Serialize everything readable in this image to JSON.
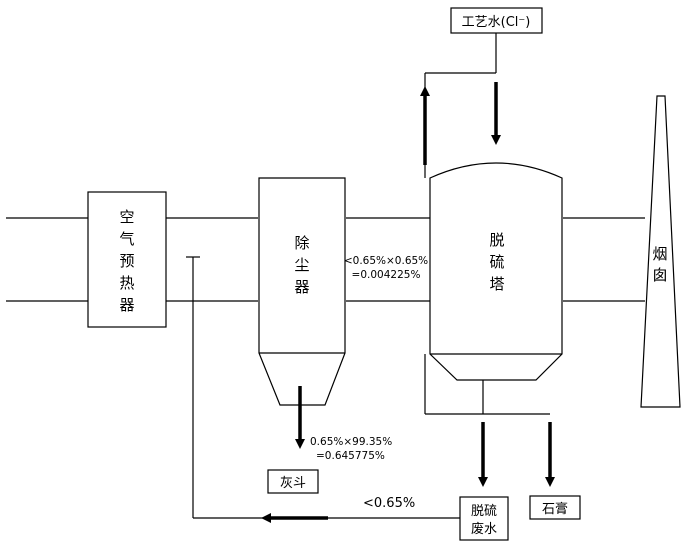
{
  "units": {
    "air_preheater": [
      "空",
      "气",
      "预",
      "热",
      "器"
    ],
    "dust_collector": [
      "除",
      "尘",
      "器"
    ],
    "desulfurization_tower": [
      "脱",
      "硫",
      "塔"
    ],
    "chimney": [
      "烟",
      "囱"
    ]
  },
  "boxes": {
    "process_water": "工艺水(Cl⁻)",
    "ash_hopper": "灰斗",
    "gypsum": "石膏",
    "wastewater": [
      "脱硫",
      "废水"
    ]
  },
  "annotations": {
    "between_line1": "<0.65%×0.65%",
    "between_line2": "=0.004225%",
    "hopper_line1": "0.65%×99.35%",
    "hopper_line2": "=0.645775%",
    "recycle": "<0.65%"
  }
}
